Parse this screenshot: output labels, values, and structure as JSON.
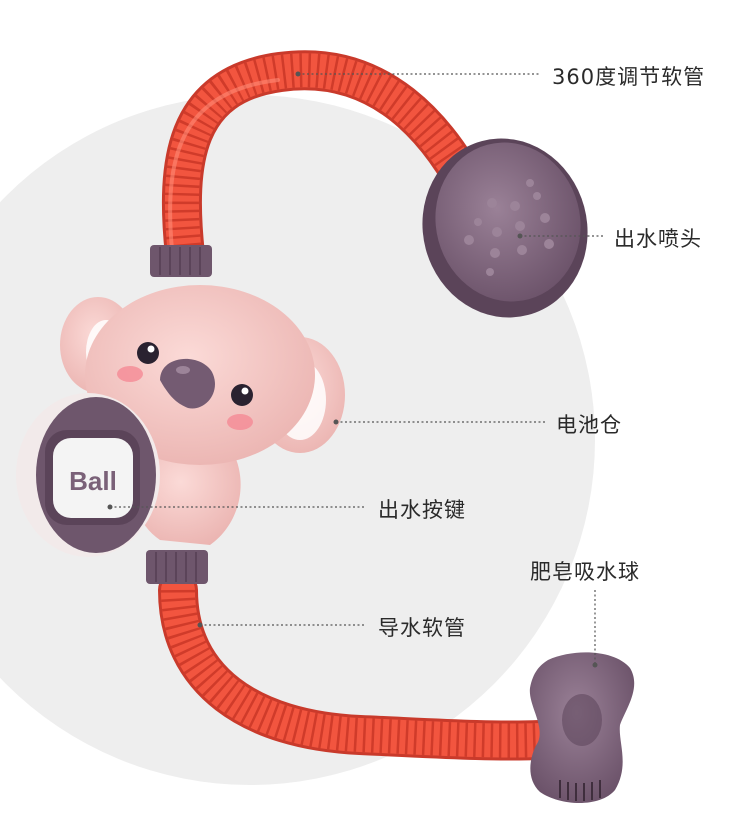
{
  "product": {
    "button_text": "Ball",
    "colors": {
      "hose": "#f2553f",
      "hose_shadow": "#c93a2b",
      "purple": "#7a6178",
      "purple_dark": "#5b4459",
      "pink": "#f6c9c6",
      "pink_shadow": "#e7a8a6",
      "circle_bg": "#eeeeee"
    }
  },
  "callouts": {
    "hose_top": "360度调节软管",
    "shower_head": "出水喷头",
    "battery": "电池仓",
    "button": "出水按键",
    "soap_ball": "肥皂吸水球",
    "hose_bottom": "导水软管"
  }
}
